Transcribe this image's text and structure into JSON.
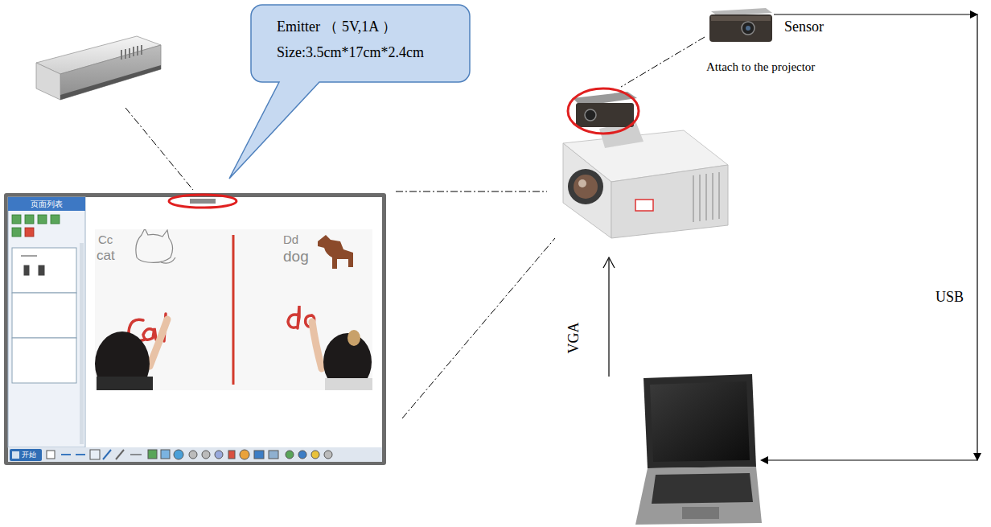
{
  "diagram": {
    "nodes": [
      {
        "text": [
          "Emitter （ 5V,1A ）",
          "Size:3.5cm*17cm*2.4cm"
        ]
      }
    ],
    "labels": [
      "Sensor",
      "Attach to the projector",
      "VGA",
      "USB",
      "页面列表",
      "开始",
      "Cc",
      "cat",
      "Dd",
      "dog"
    ]
  }
}
